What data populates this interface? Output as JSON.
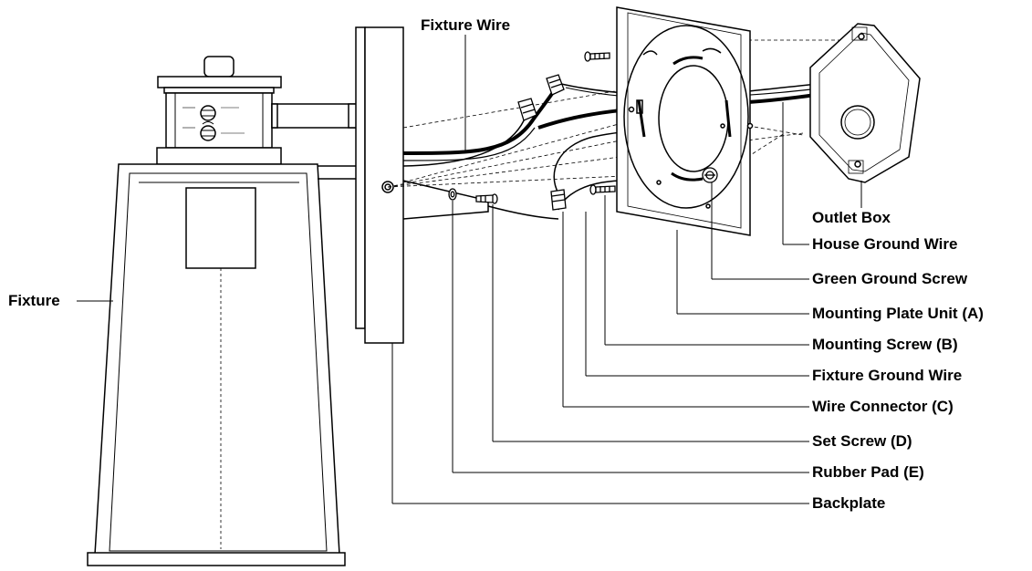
{
  "labels": {
    "fixture_wire": "Fixture Wire",
    "fixture": "Fixture",
    "outlet_box": "Outlet Box",
    "house_ground_wire": "House Ground Wire",
    "green_ground_screw": "Green Ground Screw",
    "mounting_plate_unit": "Mounting Plate Unit (A)",
    "mounting_screw": "Mounting Screw (B)",
    "fixture_ground_wire": "Fixture Ground Wire",
    "wire_connector": "Wire Connector (C)",
    "set_screw": "Set Screw (D)",
    "rubber_pad": "Rubber Pad (E)",
    "backplate": "Backplate"
  },
  "colors": {
    "ink": "#000000",
    "background": "#ffffff"
  }
}
